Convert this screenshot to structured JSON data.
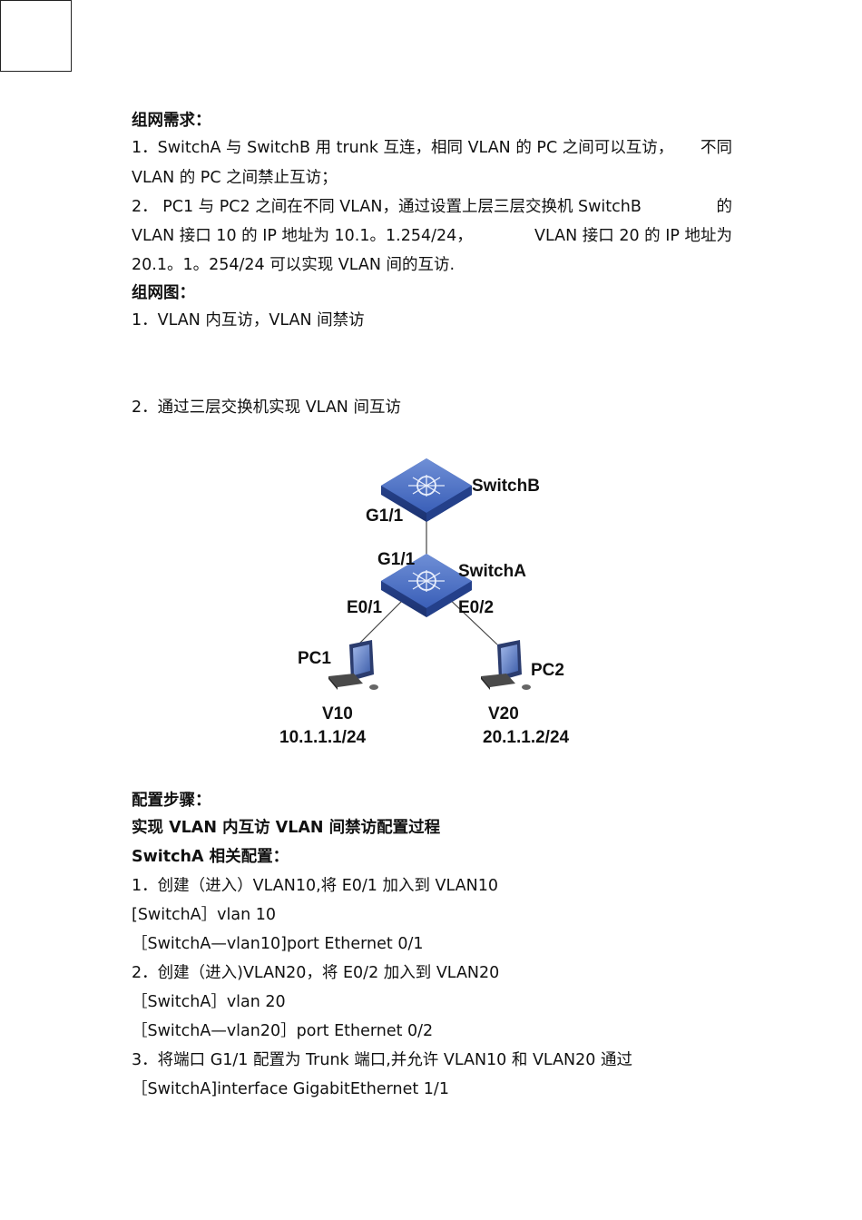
{
  "heading_requirements": "组网需求：",
  "req1_line1": [
    "1．SwitchA 与 SwitchB 用 trunk 互连，相同 VLAN 的 PC 之间可以互访，",
    "不同"
  ],
  "req1_line2": "VLAN 的 PC 之间禁止互访；",
  "req2_line1": [
    "2． PC1 与 PC2 之间在不同 VLAN，通过设置上层三层交换机 SwitchB",
    "的"
  ],
  "req2_line2": [
    "VLAN 接口 10 的 IP 地址为 10.1。1.254/24，",
    "VLAN 接口 20 的 IP 地址为"
  ],
  "req2_line3": "20.1。1。254/24 可以实现 VLAN 间的互访.",
  "heading_diagram": "组网图：",
  "diagram_item1": "1．VLAN 内互访，VLAN 间禁访",
  "diagram_item2": "2．通过三层交换机实现 VLAN 间互访",
  "diagram": {
    "switch_b": "SwitchB",
    "switch_a": "SwitchA",
    "port_b": "G1/1",
    "port_a": "G1/1",
    "port_e01": "E0/1",
    "port_e02": "E0/2",
    "pc1": "PC1",
    "pc2": "PC2",
    "vlan1": "V10",
    "vlan2": "V20",
    "ip1": "10.1.1.1/24",
    "ip2": "20.1.1.2/24"
  },
  "heading_steps": "配置步骤：",
  "heading_process": "实现 VLAN 内互访 VLAN 间禁访配置过程",
  "heading_switcha": "SwitchA 相关配置：",
  "config_lines": [
    "1．创建（进入）VLAN10,将 E0/1 加入到 VLAN10",
    "[SwitchA］vlan 10",
    "［SwitchA—vlan10]port Ethernet 0/1",
    "2．创建（进入)VLAN20，将 E0/2 加入到 VLAN20",
    "［SwitchA］vlan 20",
    "［SwitchA—vlan20］port Ethernet 0/2",
    "3．将端口 G1/1 配置为 Trunk 端口,并允许 VLAN10 和 VLAN20 通过",
    "［SwitchA]interface GigabitEthernet 1/1"
  ]
}
